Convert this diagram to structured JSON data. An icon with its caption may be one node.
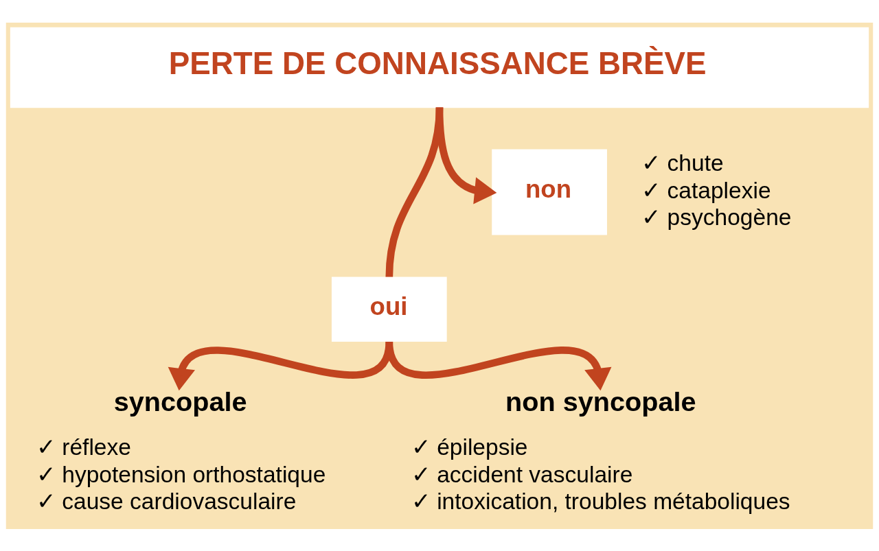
{
  "diagram": {
    "nodes": [
      {
        "text": [
          "PERTE DE CONNAISSANCE BRÈVE"
        ]
      },
      {
        "text": [
          "non"
        ],
        "beside": [
          "✓ chute",
          "✓ cataplexie",
          "✓ psychogène"
        ]
      },
      {
        "text": [
          "oui"
        ]
      },
      {
        "text": [
          "syncopale"
        ],
        "beside": [
          "✓ réflexe",
          "✓ hypotension orthostatique",
          "✓ cause cardiovasculaire"
        ]
      },
      {
        "text": [
          "non syncopale"
        ],
        "beside": [
          "✓ épilepsie",
          "✓ accident vasculaire",
          "✓ intoxication, troubles métaboliques"
        ]
      }
    ],
    "edges": [
      {
        "from": 0,
        "to": 2,
        "arrow": "none"
      },
      {
        "from": 0,
        "to": 1,
        "arrow": "to"
      },
      {
        "from": 2,
        "to": 3,
        "arrow": "to"
      },
      {
        "from": 2,
        "to": 4,
        "arrow": "to"
      }
    ]
  }
}
